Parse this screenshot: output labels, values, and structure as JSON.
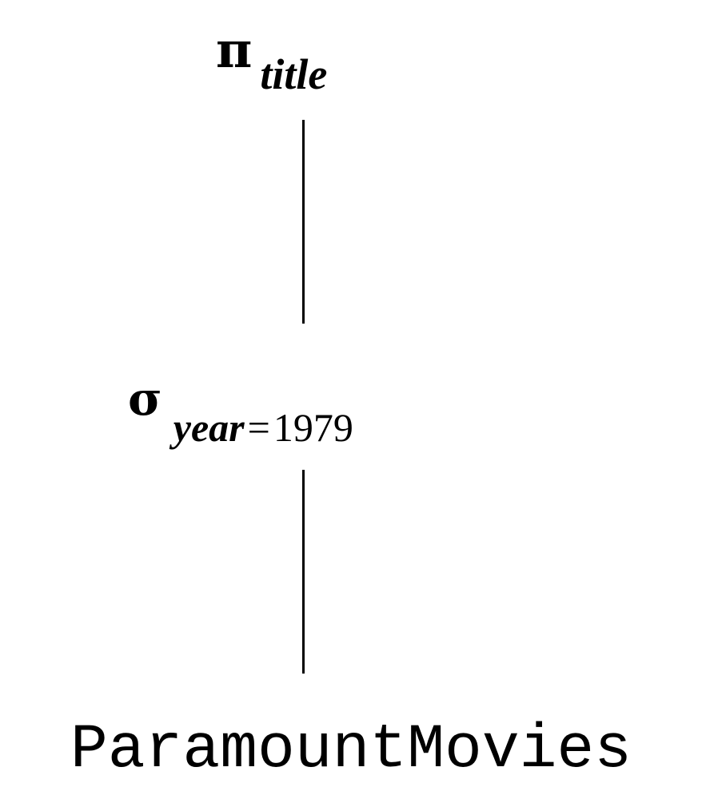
{
  "diagram": {
    "projection": {
      "operator": "π",
      "attribute": "title"
    },
    "selection": {
      "operator": "σ",
      "attribute": "year",
      "comparator": "=",
      "value": "1979"
    },
    "relation": {
      "name": "ParamountMovies"
    }
  }
}
